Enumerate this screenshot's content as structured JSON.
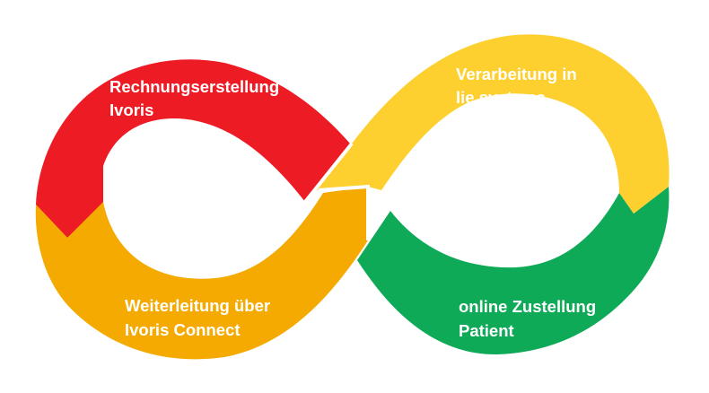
{
  "diagram": {
    "segments": [
      {
        "id": "red",
        "color": "#ED1C24",
        "line1": "Rechnungserstellung",
        "line2": "Ivoris"
      },
      {
        "id": "yellow",
        "color": "#FDD02F",
        "line1": "Verarbeitung in",
        "line2": "lie systems"
      },
      {
        "id": "orange",
        "color": "#F4AA00",
        "line1": "Weiterleitung über",
        "line2": "Ivoris Connect"
      },
      {
        "id": "green",
        "color": "#0FAA58",
        "line1": "online Zustellung",
        "line2": "Patient"
      }
    ]
  }
}
